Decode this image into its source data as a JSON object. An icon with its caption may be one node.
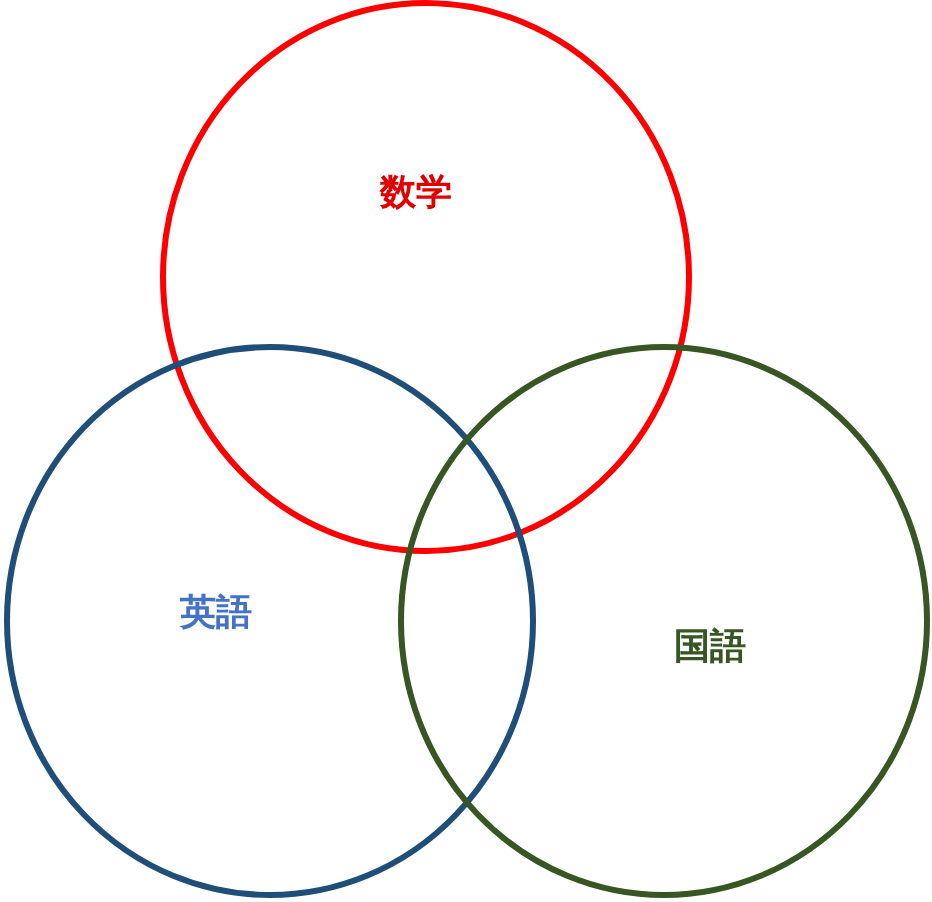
{
  "diagram": {
    "nodes": [
      {
        "text": [
          "数学"
        ]
      },
      {
        "text": [
          "英語"
        ]
      },
      {
        "text": [
          "国語"
        ]
      }
    ]
  }
}
